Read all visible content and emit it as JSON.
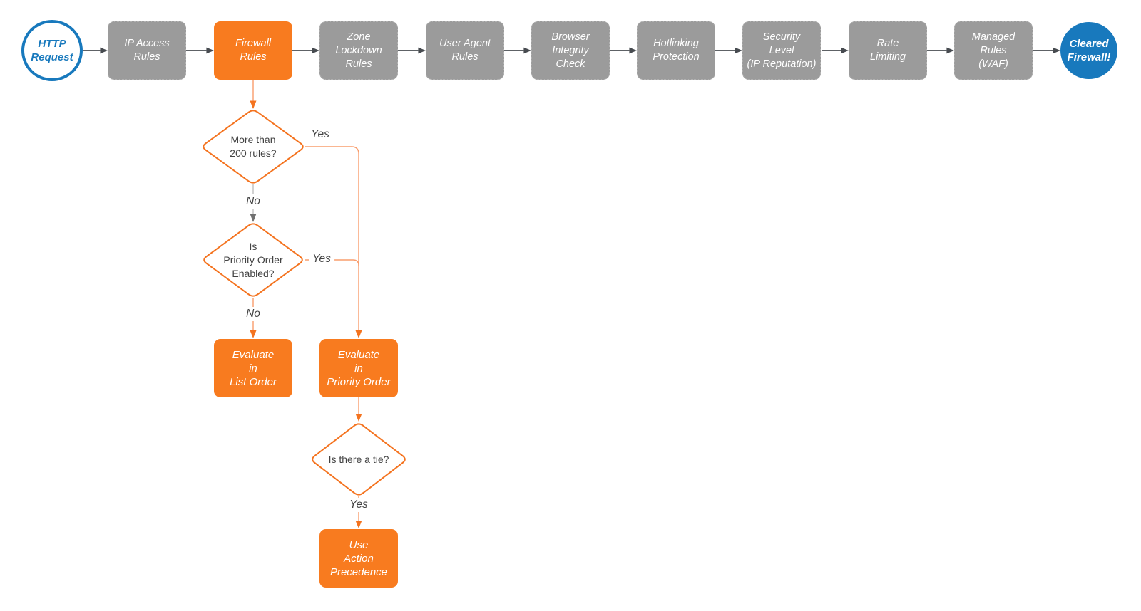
{
  "colors": {
    "bg": "#ffffff",
    "orange": "#f87b1f",
    "orange_edge": "#f99d6d",
    "orange_head": "#f4731f",
    "gray_fill": "#9b9b9b",
    "gray_border": "#b3b3b3",
    "dark_edge": "#474b50",
    "gray_edge": "#bfbfbf",
    "gray_head": "#707070",
    "blue": "#1879bd",
    "text_dark": "#434343"
  },
  "flow": {
    "start": "HTTP\nRequest",
    "end": "Cleared\nFirewall!",
    "pipeline": [
      "IP Access\nRules",
      "Firewall\nRules",
      "Zone\nLockdown\nRules",
      "User Agent\nRules",
      "Browser\nIntegrity\nCheck",
      "Hotlinking\nProtection",
      "Security\nLevel\n(IP Reputation)",
      "Rate\nLimiting",
      "Managed\nRules\n(WAF)"
    ],
    "decisions": [
      "More than\n200 rules?",
      "Is\nPriority Order\nEnabled?",
      "Is there a tie?"
    ],
    "actions": [
      "Evaluate\nin\nList Order",
      "Evaluate\nin\nPriority Order",
      "Use\nAction\nPrecedence"
    ],
    "labels": {
      "yes1": "Yes",
      "no1": "No",
      "yes2": "Yes",
      "no2": "No",
      "yes3": "Yes"
    }
  }
}
